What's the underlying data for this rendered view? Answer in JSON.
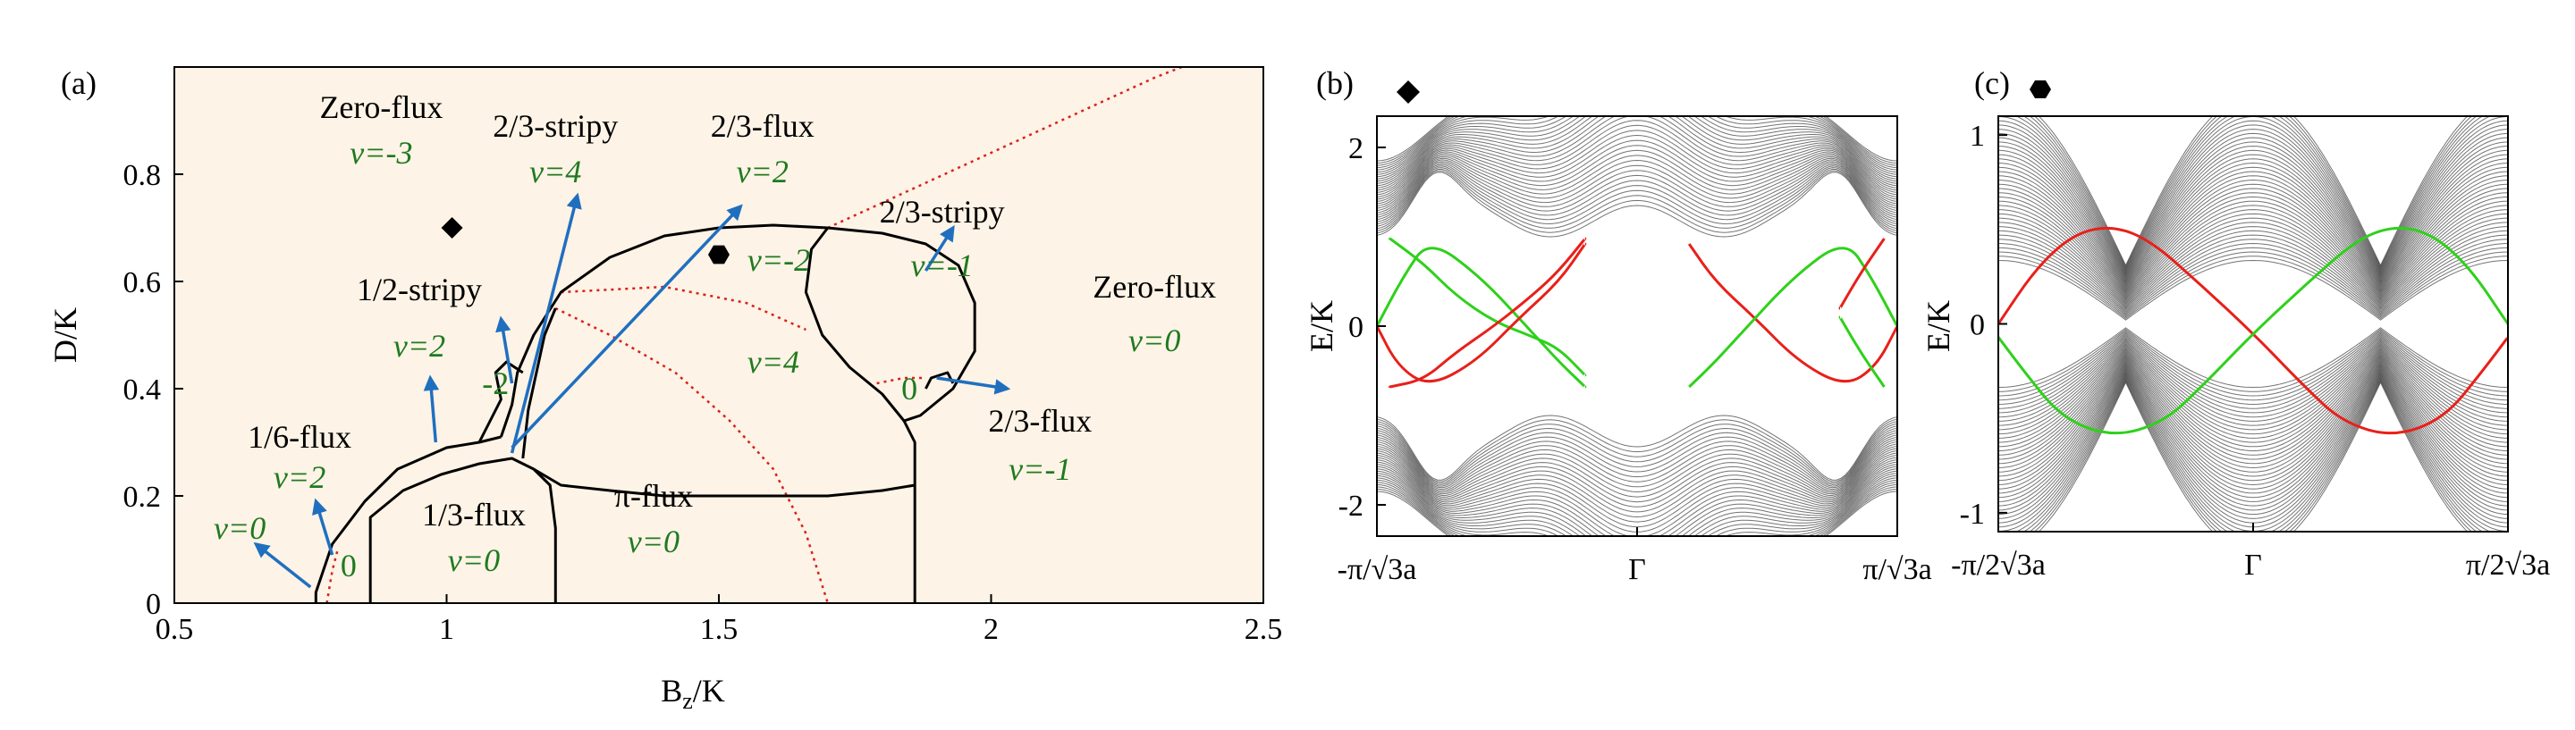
{
  "colors": {
    "phase_background": "#fdf3e6",
    "phase_boundary": "#000000",
    "dotted_line": "#d9201a",
    "arrow": "#1f6fbf",
    "chern_label": "#1f7a1f",
    "edge_state_a": "#e8201a",
    "edge_state_b": "#2ed11a",
    "bulk_band": "#000000"
  },
  "panels": {
    "a": {
      "letter": "(a)"
    },
    "b": {
      "letter": "(b)",
      "marker": "diamond"
    },
    "c": {
      "letter": "(c)",
      "marker": "hexagon"
    }
  },
  "chart_data": [
    {
      "type": "scatter",
      "panel": "a",
      "xlabel": "B",
      "xlabel_sub": "z",
      "xlabel_tail": "/K",
      "ylabel": "D/K",
      "xlim": [
        0.5,
        2.5
      ],
      "ylim": [
        0,
        1.0
      ],
      "xticks": [
        "0.5",
        "1",
        "1.5",
        "2",
        "2.5"
      ],
      "xtick_values": [
        0.5,
        1,
        1.5,
        2,
        2.5
      ],
      "yticks": [
        "0",
        "0.2",
        "0.4",
        "0.6",
        "0.8"
      ],
      "ytick_values": [
        0,
        0.2,
        0.4,
        0.6,
        0.8
      ],
      "markers": [
        {
          "shape": "diamond",
          "x": 1.01,
          "y": 0.7
        },
        {
          "shape": "hexagon",
          "x": 1.5,
          "y": 0.65
        }
      ],
      "phase_labels": [
        {
          "name": "Zero-flux",
          "nu": "ν=-3",
          "x": 0.88,
          "y": 0.905,
          "nu_y": 0.82
        },
        {
          "name": "2/3-stripy",
          "nu": "ν=4",
          "x": 1.2,
          "y": 0.87,
          "nu_y": 0.785
        },
        {
          "name": "2/3-flux",
          "nu": "ν=2",
          "x": 1.58,
          "y": 0.87,
          "nu_y": 0.785
        },
        {
          "name": "1/2-stripy",
          "nu": "ν=2",
          "x": 0.95,
          "y": 0.565,
          "nu_y": 0.46
        },
        {
          "name": "2/3-stripy",
          "nu": "ν=-1",
          "x": 1.91,
          "y": 0.71,
          "nu_y": 0.61
        },
        {
          "name": "Zero-flux",
          "nu": "ν=0",
          "x": 2.3,
          "y": 0.57,
          "nu_y": 0.47
        },
        {
          "name": "2/3-flux",
          "nu": "ν=-1",
          "x": 2.09,
          "y": 0.32,
          "nu_y": 0.23
        },
        {
          "name": "1/6-flux",
          "nu": "ν=2",
          "x": 0.73,
          "y": 0.29,
          "nu_y": 0.215
        },
        {
          "name": "1/3-flux",
          "nu": "ν=0",
          "x": 1.05,
          "y": 0.145,
          "nu_y": 0.06
        },
        {
          "name": "π-flux",
          "nu": "ν=0",
          "x": 1.38,
          "y": 0.18,
          "nu_y": 0.095
        }
      ],
      "extra_labels": [
        {
          "text": "ν=-2",
          "x": 1.61,
          "y": 0.62,
          "italic": true
        },
        {
          "text": "ν=4",
          "x": 1.6,
          "y": 0.43,
          "italic": true
        },
        {
          "text": "ν=0",
          "x": 0.62,
          "y": 0.12,
          "italic": true
        },
        {
          "text": "-2",
          "x": 1.09,
          "y": 0.39,
          "italic": false
        },
        {
          "text": "0",
          "x": 0.82,
          "y": 0.05,
          "italic": false
        },
        {
          "text": "0",
          "x": 1.85,
          "y": 0.38,
          "italic": false
        }
      ],
      "phase_boundaries": [
        [
          [
            0.76,
            0
          ],
          [
            0.76,
            0.02
          ],
          [
            0.79,
            0.11
          ],
          [
            0.85,
            0.19
          ],
          [
            0.91,
            0.25
          ],
          [
            1.0,
            0.29
          ],
          [
            1.06,
            0.3
          ],
          [
            1.1,
            0.31
          ]
        ],
        [
          [
            0.86,
            0
          ],
          [
            0.86,
            0.16
          ],
          [
            0.92,
            0.21
          ],
          [
            0.99,
            0.24
          ],
          [
            1.06,
            0.26
          ],
          [
            1.12,
            0.27
          ],
          [
            1.16,
            0.25
          ],
          [
            1.19,
            0.22
          ],
          [
            1.2,
            0.14
          ],
          [
            1.2,
            0
          ]
        ],
        [
          [
            1.1,
            0.31
          ],
          [
            1.12,
            0.37
          ],
          [
            1.13,
            0.43
          ],
          [
            1.16,
            0.5
          ],
          [
            1.21,
            0.58
          ],
          [
            1.3,
            0.645
          ],
          [
            1.4,
            0.685
          ],
          [
            1.5,
            0.7
          ],
          [
            1.6,
            0.705
          ],
          [
            1.7,
            0.7
          ]
        ],
        [
          [
            1.14,
            0.27
          ],
          [
            1.15,
            0.36
          ],
          [
            1.18,
            0.5
          ],
          [
            1.2,
            0.55
          ]
        ],
        [
          [
            1.06,
            0.3
          ],
          [
            1.1,
            0.38
          ],
          [
            1.09,
            0.43
          ],
          [
            1.11,
            0.45
          ],
          [
            1.14,
            0.43
          ]
        ],
        [
          [
            1.7,
            0.7
          ],
          [
            1.8,
            0.69
          ],
          [
            1.88,
            0.67
          ],
          [
            1.94,
            0.63
          ],
          [
            1.97,
            0.56
          ],
          [
            1.97,
            0.47
          ],
          [
            1.93,
            0.4
          ],
          [
            1.87,
            0.35
          ],
          [
            1.84,
            0.34
          ]
        ],
        [
          [
            1.7,
            0.7
          ],
          [
            1.67,
            0.66
          ],
          [
            1.66,
            0.58
          ],
          [
            1.69,
            0.5
          ],
          [
            1.74,
            0.44
          ],
          [
            1.8,
            0.39
          ],
          [
            1.84,
            0.34
          ]
        ],
        [
          [
            1.84,
            0.34
          ],
          [
            1.86,
            0.3
          ],
          [
            1.86,
            0
          ]
        ],
        [
          [
            1.88,
            0.4
          ],
          [
            1.89,
            0.42
          ],
          [
            1.92,
            0.43
          ],
          [
            1.93,
            0.41
          ]
        ],
        [
          [
            1.16,
            0.25
          ],
          [
            1.21,
            0.22
          ],
          [
            1.3,
            0.21
          ],
          [
            1.4,
            0.2
          ],
          [
            1.5,
            0.2
          ],
          [
            1.6,
            0.2
          ],
          [
            1.7,
            0.2
          ],
          [
            1.8,
            0.21
          ],
          [
            1.86,
            0.22
          ]
        ]
      ],
      "dotted_lines": [
        [
          [
            1.7,
            0.7
          ],
          [
            1.85,
            0.77
          ],
          [
            2.0,
            0.84
          ],
          [
            2.15,
            0.91
          ],
          [
            2.3,
            0.98
          ],
          [
            2.35,
            1.0
          ]
        ],
        [
          [
            1.21,
            0.58
          ],
          [
            1.4,
            0.59
          ],
          [
            1.55,
            0.56
          ],
          [
            1.66,
            0.51
          ]
        ],
        [
          [
            1.2,
            0.55
          ],
          [
            1.3,
            0.5
          ],
          [
            1.42,
            0.43
          ],
          [
            1.52,
            0.34
          ],
          [
            1.6,
            0.25
          ],
          [
            1.66,
            0.13
          ],
          [
            1.7,
            0
          ]
        ],
        [
          [
            0.78,
            0
          ],
          [
            0.79,
            0.06
          ],
          [
            0.8,
            0.1
          ]
        ],
        [
          [
            1.79,
            0.41
          ],
          [
            1.84,
            0.42
          ],
          [
            1.88,
            0.42
          ]
        ]
      ],
      "arrows": [
        [
          [
            0.75,
            0.03
          ],
          [
            0.65,
            0.11
          ]
        ],
        [
          [
            0.79,
            0.09
          ],
          [
            0.76,
            0.19
          ]
        ],
        [
          [
            0.98,
            0.3
          ],
          [
            0.97,
            0.42
          ]
        ],
        [
          [
            1.12,
            0.41
          ],
          [
            1.1,
            0.53
          ]
        ],
        [
          [
            1.12,
            0.28
          ],
          [
            1.24,
            0.76
          ]
        ],
        [
          [
            1.12,
            0.29
          ],
          [
            1.54,
            0.74
          ]
        ],
        [
          [
            1.88,
            0.62
          ],
          [
            1.93,
            0.7
          ]
        ],
        [
          [
            1.9,
            0.42
          ],
          [
            2.03,
            0.4
          ]
        ]
      ]
    },
    {
      "type": "line",
      "panel": "b",
      "ylabel": "E/K",
      "xticks": [
        "-π/√3a",
        "Γ",
        "π/√3a"
      ],
      "xtick_values": [
        -1,
        0,
        1
      ],
      "yticks": [
        "2",
        "0",
        "-2"
      ],
      "ytick_values": [
        2,
        0,
        -2
      ],
      "xlim": [
        -1,
        1
      ],
      "ylim": [
        -2.35,
        2.35
      ],
      "series": [
        {
          "color_key": "edge_state_b",
          "points": [
            [
              -1,
              0
            ],
            [
              -0.9,
              0.55
            ],
            [
              -0.8,
              0.98
            ],
            [
              -0.6,
              0.55
            ],
            [
              -0.4,
              -0.08
            ],
            [
              -0.3,
              -0.4
            ],
            [
              -0.2,
              -0.68
            ]
          ]
        },
        {
          "color_key": "edge_state_b",
          "points": [
            [
              -0.95,
              0.98
            ],
            [
              -0.82,
              0.7
            ],
            [
              -0.7,
              0.35
            ],
            [
              -0.55,
              0.05
            ],
            [
              -0.4,
              -0.12
            ],
            [
              -0.3,
              -0.25
            ],
            [
              -0.2,
              -0.55
            ]
          ]
        },
        {
          "color_key": "edge_state_a",
          "points": [
            [
              -1,
              0
            ],
            [
              -0.92,
              -0.45
            ],
            [
              -0.8,
              -0.68
            ],
            [
              -0.62,
              -0.4
            ],
            [
              -0.45,
              0.1
            ],
            [
              -0.3,
              0.5
            ],
            [
              -0.2,
              0.92
            ]
          ]
        },
        {
          "color_key": "edge_state_a",
          "points": [
            [
              -0.95,
              -0.68
            ],
            [
              -0.82,
              -0.6
            ],
            [
              -0.7,
              -0.3
            ],
            [
              -0.55,
              0.0
            ],
            [
              -0.4,
              0.35
            ],
            [
              -0.3,
              0.62
            ],
            [
              -0.2,
              0.98
            ]
          ]
        },
        {
          "color_key": "edge_state_a",
          "points": [
            [
              0.2,
              0.92
            ],
            [
              0.3,
              0.5
            ],
            [
              0.45,
              0.1
            ],
            [
              0.62,
              -0.4
            ],
            [
              0.8,
              -0.68
            ],
            [
              0.92,
              -0.45
            ],
            [
              1,
              0
            ]
          ]
        },
        {
          "color_key": "edge_state_b",
          "points": [
            [
              0.2,
              -0.68
            ],
            [
              0.3,
              -0.4
            ],
            [
              0.4,
              -0.08
            ],
            [
              0.6,
              0.55
            ],
            [
              0.8,
              0.98
            ],
            [
              0.9,
              0.55
            ],
            [
              1,
              0
            ]
          ]
        },
        {
          "color_key": "edge_state_a",
          "points": [
            [
              0.95,
              0.98
            ],
            [
              0.86,
              0.6
            ],
            [
              0.78,
              0.2
            ]
          ]
        },
        {
          "color_key": "edge_state_b",
          "points": [
            [
              0.95,
              -0.68
            ],
            [
              0.86,
              -0.3
            ],
            [
              0.78,
              0.1
            ]
          ]
        }
      ]
    },
    {
      "type": "line",
      "panel": "c",
      "ylabel": "E/K",
      "xticks": [
        "-π/2√3a",
        "Γ",
        "π/2√3a"
      ],
      "xtick_values": [
        -1,
        0,
        1
      ],
      "yticks": [
        "1",
        "0",
        "-1"
      ],
      "ytick_values": [
        1,
        0,
        -1
      ],
      "xlim": [
        -1,
        1
      ],
      "ylim": [
        -1.1,
        1.1
      ],
      "series": [
        {
          "color_key": "edge_state_a",
          "points": [
            [
              -1,
              0
            ],
            [
              -0.85,
              0.3
            ],
            [
              -0.7,
              0.48
            ],
            [
              -0.55,
              0.52
            ],
            [
              -0.4,
              0.44
            ],
            [
              -0.2,
              0.2
            ],
            [
              0,
              -0.05
            ],
            [
              0.2,
              -0.33
            ],
            [
              0.35,
              -0.52
            ],
            [
              0.55,
              -0.6
            ],
            [
              0.75,
              -0.5
            ],
            [
              0.9,
              -0.25
            ],
            [
              1,
              -0.07
            ]
          ]
        },
        {
          "color_key": "edge_state_b",
          "points": [
            [
              -1,
              -0.07
            ],
            [
              -0.9,
              -0.25
            ],
            [
              -0.75,
              -0.5
            ],
            [
              -0.55,
              -0.6
            ],
            [
              -0.35,
              -0.52
            ],
            [
              -0.2,
              -0.33
            ],
            [
              0,
              -0.05
            ],
            [
              0.2,
              0.2
            ],
            [
              0.4,
              0.44
            ],
            [
              0.55,
              0.52
            ],
            [
              0.7,
              0.48
            ],
            [
              0.85,
              0.3
            ],
            [
              1,
              0
            ]
          ]
        }
      ]
    }
  ]
}
